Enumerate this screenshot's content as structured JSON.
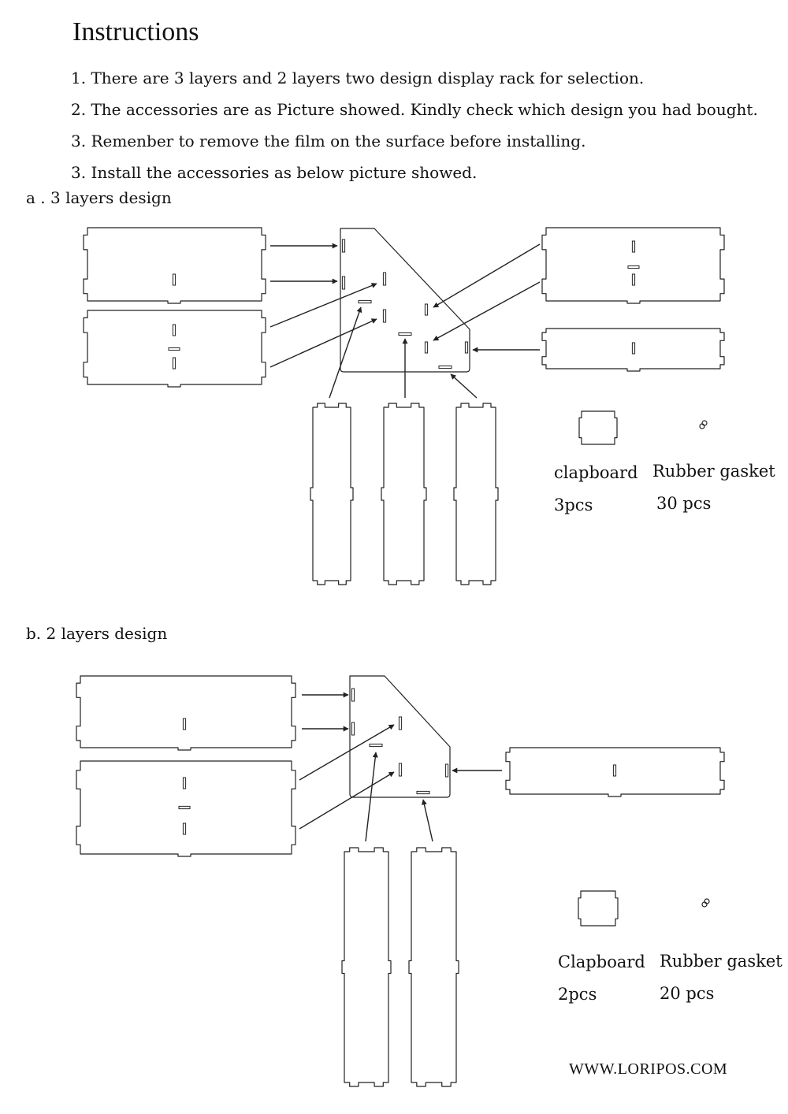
{
  "title": "Instructions",
  "steps": [
    "1. There are 3 layers and 2 layers two design display rack for selection.",
    "2. The accessories are as Picture showed. Kindly check which design you had bought.",
    "3. Remenber to remove the film on the surface before installing.",
    "3. Install the accessories as below picture showed."
  ],
  "section_a": {
    "label": "a . 3 layers design",
    "clapboard_label": "clapboard",
    "clapboard_qty": "3pcs",
    "gasket_label": "Rubber gasket",
    "gasket_qty": "30 pcs"
  },
  "section_b": {
    "label": "b. 2 layers design",
    "clapboard_label": "Clapboard",
    "clapboard_qty": "2pcs",
    "gasket_label": "Rubber gasket",
    "gasket_qty": "20 pcs"
  },
  "website": "WWW.LORIPOS.COM",
  "line_color": "#222222"
}
